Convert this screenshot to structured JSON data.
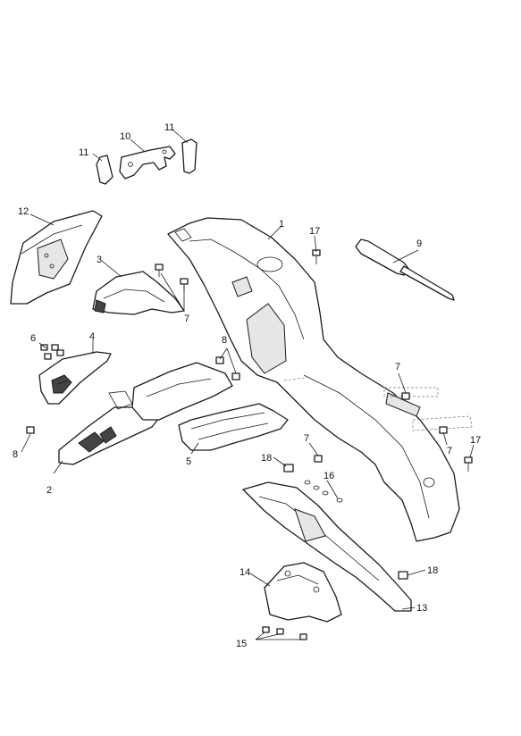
{
  "callouts": {
    "c1": "1",
    "c2": "2",
    "c3": "3",
    "c4": "4",
    "c5": "5",
    "c6": "6",
    "c7a": "7",
    "c7b": "7",
    "c7c": "7",
    "c7d": "7",
    "c8a": "8",
    "c8b": "8",
    "c9": "9",
    "c10": "10",
    "c11a": "11",
    "c11b": "11",
    "c12": "12",
    "c13": "13",
    "c14": "14",
    "c15": "15",
    "c16": "16",
    "c17a": "17",
    "c17b": "17",
    "c18a": "18",
    "c18b": "18"
  },
  "colors": {
    "line": "#1a1a1a",
    "fill": "#ffffff",
    "shade": "#e6e6e6"
  }
}
